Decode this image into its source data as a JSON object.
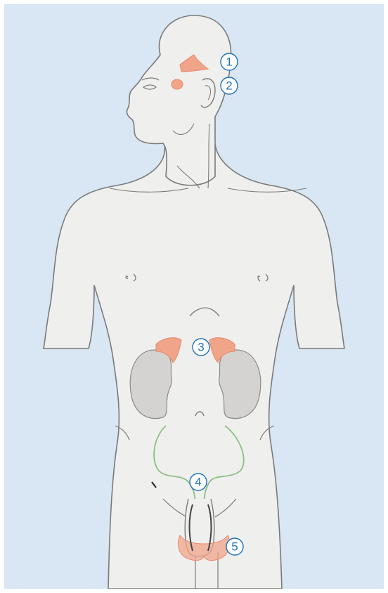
{
  "markers": [
    {
      "label": "1"
    },
    {
      "label": "2"
    },
    {
      "label": "3"
    },
    {
      "label": "4"
    },
    {
      "label": "5"
    }
  ],
  "colors": {
    "background": "#d8e7f3",
    "skin": "#efefed",
    "outline": "#7a7a7a",
    "gland_fill": "#f0a489",
    "gland_fill_dark": "#e78a6b",
    "kidney": "#d4d3d1",
    "duct": "#8cc084",
    "marker": "#1e73b8"
  }
}
